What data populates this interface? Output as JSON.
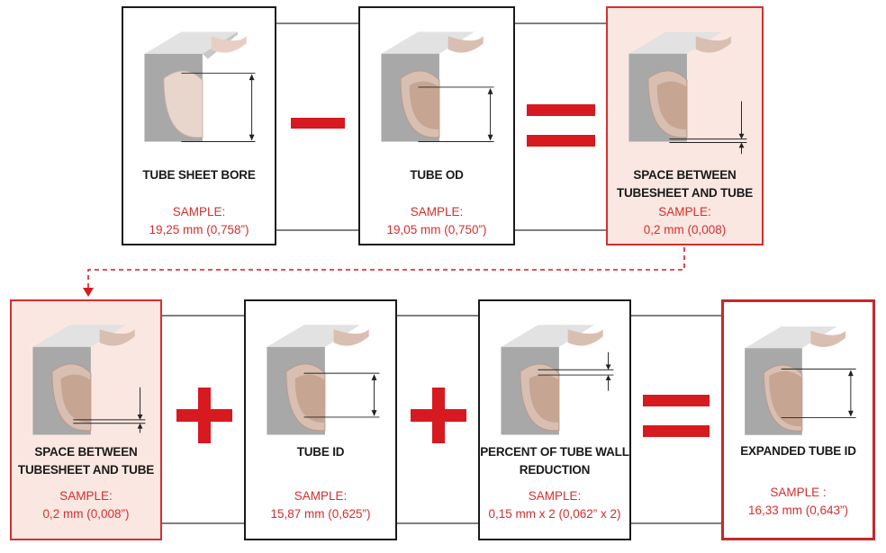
{
  "colors": {
    "accent": "#d71920",
    "highlight_fill": "#fbe7e1",
    "border": "#1a1a1a"
  },
  "row1": [
    {
      "title": "TUBE SHEET BORE",
      "sample_label": "SAMPLE:",
      "sample_value": "19,25 mm (0,758”)"
    },
    {
      "title": "TUBE OD",
      "sample_label": "SAMPLE:",
      "sample_value": "19,05 mm (0,750”)"
    },
    {
      "title_line1": "SPACE BETWEEN",
      "title_line2": "TUBESHEET AND TUBE",
      "sample_label": "SAMPLE:",
      "sample_value": "0,2 mm (0,008)"
    }
  ],
  "row2": [
    {
      "title_line1": "SPACE BETWEEN",
      "title_line2": "TUBESHEET AND TUBE",
      "sample_label": "SAMPLE:",
      "sample_value": "0,2 mm (0,008”)"
    },
    {
      "title": "TUBE ID",
      "sample_label": "SAMPLE:",
      "sample_value": "15,87 mm (0,625”)"
    },
    {
      "title_line1": "PERCENT OF TUBE WALL",
      "title_line2": "REDUCTION",
      "sample_label": "SAMPLE:",
      "sample_value": "0,15 mm x 2 (0,062” x 2)"
    },
    {
      "title": "EXPANDED TUBE ID",
      "sample_label": "SAMPLE :",
      "sample_value": "16,33 mm (0,643”)"
    }
  ],
  "operators": {
    "row1": [
      "minus",
      "equals"
    ],
    "row2": [
      "plus",
      "plus",
      "equals"
    ]
  }
}
